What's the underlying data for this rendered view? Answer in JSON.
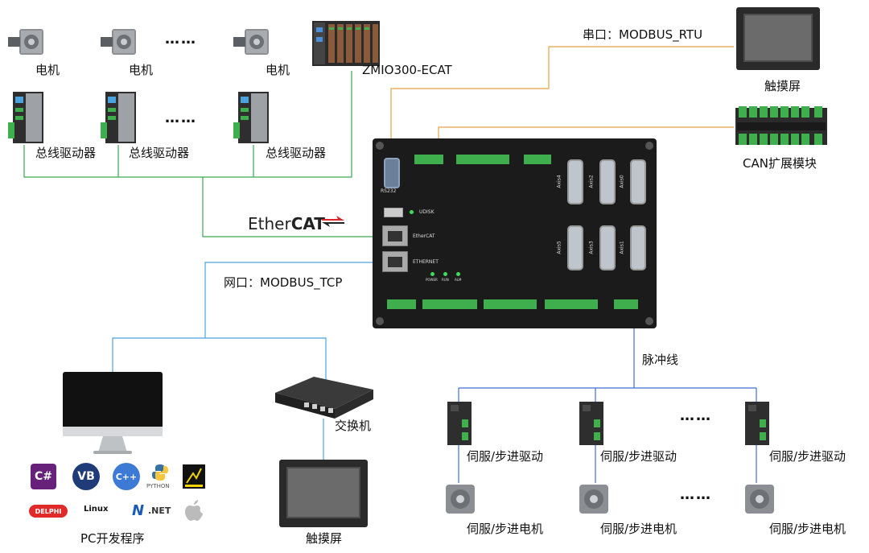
{
  "labels": {
    "motor": "电机",
    "drive": "总线驱动器",
    "controller_model": "ZMIO300-ECAT",
    "serial": "串口：MODBUS_RTU",
    "hmi": "触摸屏",
    "can_module": "CAN扩展模块",
    "ethercat_brand_a": "Ether",
    "ethercat_brand_b": "CAT",
    "network": "网口：MODBUS_TCP",
    "switch": "交换机",
    "pulse": "脉冲线",
    "servo_drive": "伺服/步进驱动",
    "servo_motor": "伺服/步进电机",
    "pc_dev": "PC开发程序",
    "ellipsis": "……"
  },
  "controller": {
    "rs232": "RS232",
    "udisk": "UDISK",
    "ethercat_port": "EtherCAT",
    "ethernet_port": "ETHERNET",
    "leds": [
      "POWER",
      "RUN",
      "ALM"
    ],
    "axes": [
      "Axis4",
      "Axis2",
      "Axis0",
      "Axis5",
      "Axis3",
      "Axis1"
    ]
  },
  "software": {
    "csharp": "C#",
    "vb": "VB",
    "cpp": "C++",
    "python": "PYTHON",
    "delphi": "DELPHI",
    "linux": "Linux",
    "net_a": "N",
    "net_b": ".NET"
  },
  "colors": {
    "ethercat_line": "#3aa655",
    "serial_line": "#e8a243",
    "network_line": "#4aa3df",
    "pulse_line": "#3b6fd6"
  }
}
